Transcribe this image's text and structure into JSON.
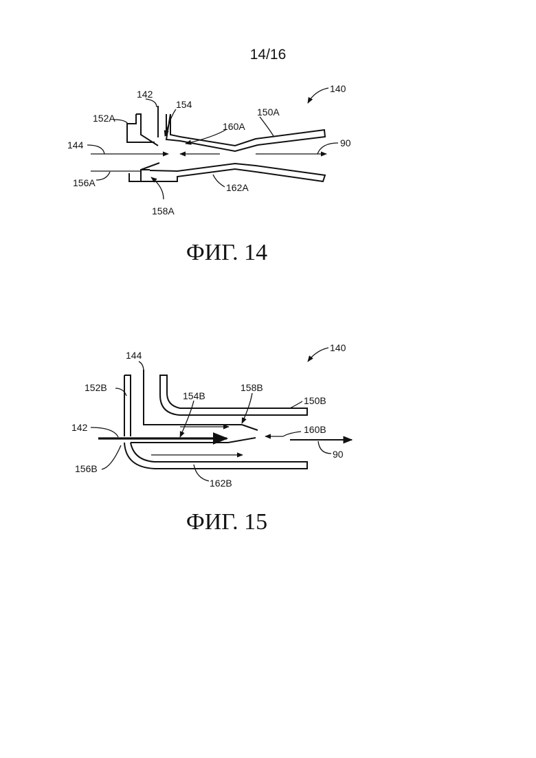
{
  "page_number": "14/16",
  "figure14": {
    "caption": "ФИГ. 14",
    "labels": {
      "l140": "140",
      "l142": "142",
      "l154": "154",
      "l150A": "150A",
      "l152A": "152A",
      "l160A": "160A",
      "l144": "144",
      "l90": "90",
      "l156A": "156A",
      "l162A": "162A",
      "l158A": "158A"
    }
  },
  "figure15": {
    "caption": "ФИГ. 15",
    "labels": {
      "l140": "140",
      "l144": "144",
      "l152B": "152B",
      "l154B": "154B",
      "l158B": "158B",
      "l150B": "150B",
      "l142": "142",
      "l160B": "160B",
      "l90": "90",
      "l156B": "156B",
      "l162B": "162B"
    }
  }
}
